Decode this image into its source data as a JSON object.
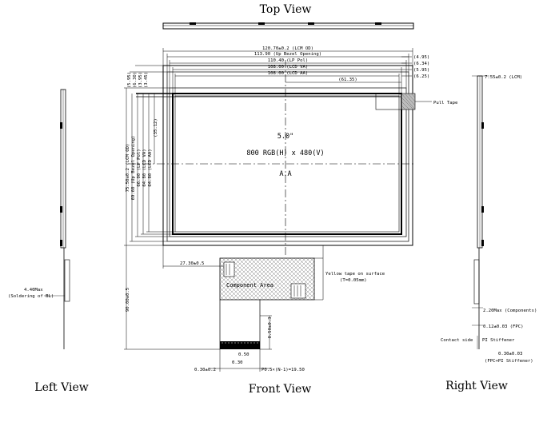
{
  "views": {
    "top": "Top View",
    "front": "Front View",
    "left": "Left View",
    "right": "Right View"
  },
  "center": {
    "size": "5.0\"",
    "resolution": "800 RGB(H) x 480(V)",
    "aa": "A.A"
  },
  "top_dims": [
    "120.70±0.2 (LCM OD)",
    "113.90 (Up Bezel Opening)",
    "110.40 (LP Pol)",
    "108.00 (LCD VA)",
    "108.00 (LCD AA)",
    "(61.35)"
  ],
  "right_small_dims": [
    "(4.95)",
    "(6.34)",
    "(5.95)",
    "(6.25)"
  ],
  "left_side_dims": [
    "75.50±0.2 (LCM OD)",
    "69.60 (Up Bezel Opening)",
    "66.00 (LP Pol)",
    "64.80 (LCD VA)",
    "64.80 (LCD AA)"
  ],
  "left_small_dims": [
    "(5.95)",
    "(6.30)",
    "(3.95)",
    "(3.45)",
    "(35.12)"
  ],
  "labels": {
    "pull_tape": "Pull Tape",
    "component_area": "Component Area",
    "yellow_tape": "Yellow tape on surface",
    "yellow_tape_t": "(T=0.05mm)",
    "dim_27": "27.30±0.5",
    "dim_left_vertical": "90.00±0.5",
    "dim_fpc_right": "0.50±0.3",
    "dim_fpc_w1": "0.50",
    "dim_fpc_w2": "0.30",
    "dim_fpc_bottom1": "0.30±0.2",
    "dim_fpc_bottom2": "P0.5×(N-1)=19.50",
    "left_soldering_1": "4.40Max",
    "left_soldering_2": "(Soldering of BL)",
    "right_top": "7.55±0.2 (LCM)",
    "right_components": "2.20Max (Components)",
    "right_fpc": "0.12±0.03 (FPC)",
    "contact_side": "Contact side",
    "pi_stiffener": "PI Stiffener",
    "right_stiff_1": "0.30±0.03",
    "right_stiff_2": "(FPC+PI Stiffener)"
  }
}
